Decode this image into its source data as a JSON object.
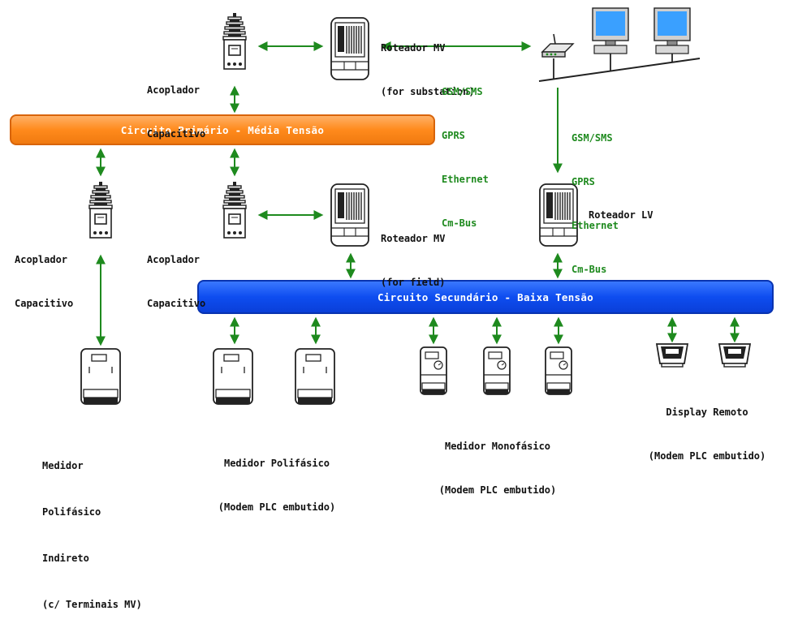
{
  "buses": {
    "primary": "Circuito Primário - Média Tensão",
    "secondary": "Circuito Secundário - Baixa Tensão"
  },
  "labels": {
    "coupler_top": [
      "Acoplador",
      "Capacitivo"
    ],
    "coupler_left": [
      "Acoplador",
      "Capacitivo"
    ],
    "coupler_mid": [
      "Acoplador",
      "Capacitivo"
    ],
    "router_substation": [
      "Roteador MV",
      "(for substation)"
    ],
    "router_field": [
      "Roteador MV",
      "(for field)"
    ],
    "router_lv": "Roteador LV",
    "comm_1": [
      "GSM/SMS",
      "GPRS",
      "Ethernet",
      "Cm-Bus"
    ],
    "comm_2": [
      "GSM/SMS",
      "GPRS",
      "Ethernet",
      "Cm-Bus"
    ],
    "meter_indirect": [
      "Medidor",
      "Polifásico",
      "Indireto",
      "(c/ Terminais MV)"
    ],
    "meter_poly": [
      "Medidor Polifásico",
      "(Modem PLC embutido)"
    ],
    "meter_mono": [
      "Medidor Monofásico",
      "(Modem PLC embutido)"
    ],
    "display_remote": [
      "Display Remoto",
      "(Modem PLC embutido)"
    ]
  },
  "colors": {
    "arrow": "#1e8a1e",
    "primary_bus": "#ff8a1c",
    "secondary_bus": "#0e4df0",
    "comm_text": "#1e8a1e"
  }
}
